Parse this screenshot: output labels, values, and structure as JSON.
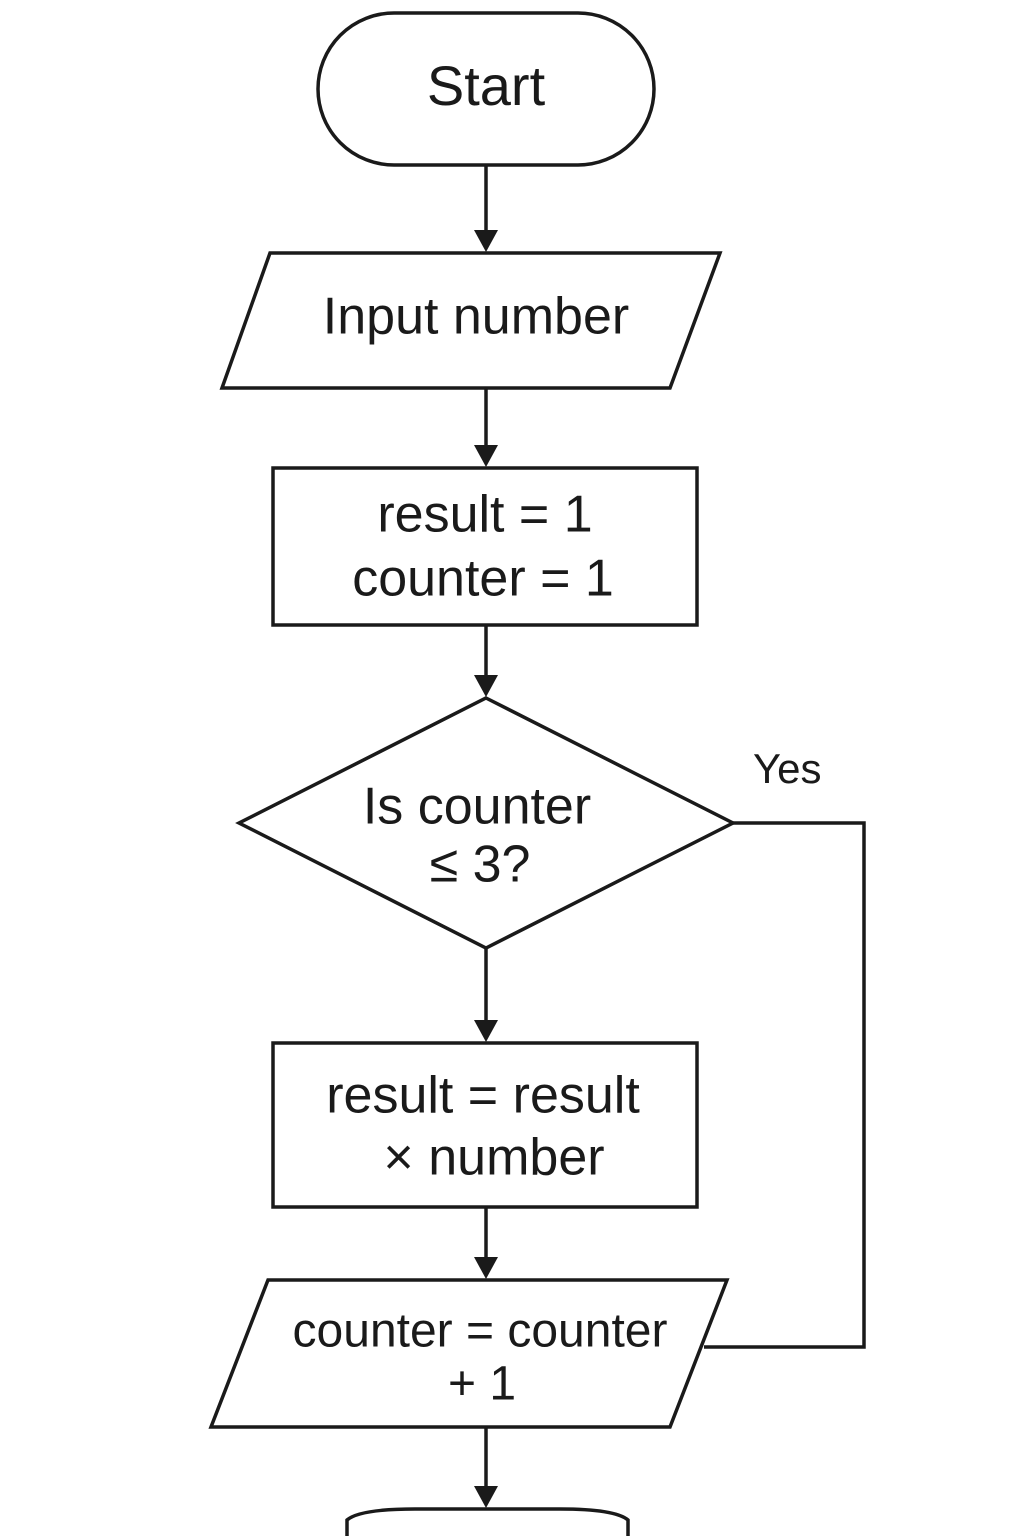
{
  "diagram": {
    "nodes": {
      "start": {
        "label": "Start"
      },
      "input": {
        "label": "Input number"
      },
      "init": {
        "line1": "result = 1",
        "line2": "counter = 1"
      },
      "decision": {
        "line1": "Is counter",
        "line2": "≤ 3?"
      },
      "multiply": {
        "line1": "result = result",
        "line2": "× number"
      },
      "increment": {
        "line1": "counter = counter",
        "line2": "+ 1"
      },
      "end": {
        "label": ""
      }
    },
    "edges": {
      "yes_label": "Yes"
    },
    "colors": {
      "stroke": "#1a1a1a",
      "fill": "#ffffff",
      "background": "#ffffff"
    }
  }
}
